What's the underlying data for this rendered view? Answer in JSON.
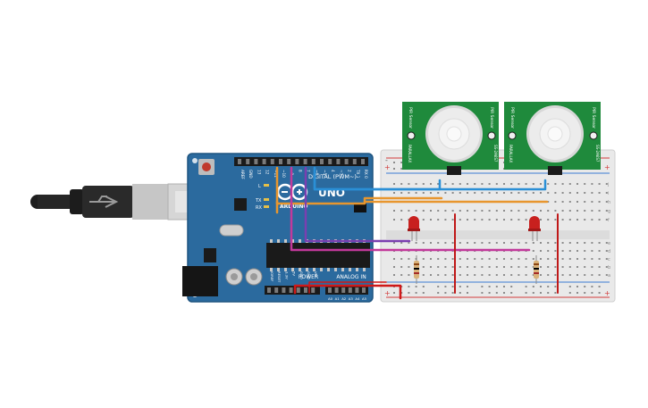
{
  "arduino": {
    "brand_label": "ARDUINO",
    "model_label": "UNO",
    "digital_header_label": "DIGITAL (PWM~)",
    "power_header_label": "POWER",
    "analog_header_label": "ANALOG IN",
    "pin_labels": [
      "AREF",
      "GND",
      "13",
      "12",
      "~11",
      "~10",
      "~9",
      "8",
      "7",
      "~6",
      "~5",
      "4",
      "~3",
      "2",
      "TX 1",
      "RX 0"
    ],
    "power_pin_labels": [
      "IOREF",
      "RESET",
      "3.3V",
      "5V",
      "GND",
      "GND",
      "Vin"
    ],
    "analog_pin_labels": [
      "A0",
      "A1",
      "A2",
      "A3",
      "A4",
      "A5"
    ],
    "led_labels": [
      "L",
      "TX",
      "RX"
    ]
  },
  "breadboard": {
    "row_letters_top": [
      "j",
      "i",
      "h",
      "g",
      "f"
    ],
    "row_letters_bottom": [
      "e",
      "d",
      "c",
      "b",
      "a"
    ],
    "rail_plus": "+",
    "rail_minus": "-"
  },
  "pir_sensors": [
    {
      "label": "PIR Sensor",
      "part_label": "SS-2A6S7",
      "sub_label": "PARALLAX"
    },
    {
      "label": "PIR Sensor",
      "part_label": "SS-2A6S7",
      "sub_label": "PARALLAX"
    }
  ],
  "colors": {
    "arduino_board": "#2b6a9e",
    "breadboard": "#e8e8e8",
    "pir_pcb": "#1f8a3c",
    "wire_blue": "#2a8fd6",
    "wire_orange": "#e8962e",
    "wire_purple": "#7a3fb0",
    "wire_magenta": "#c2399b",
    "wire_red": "#d01818",
    "led_red": "#c8201e",
    "usb_cable": "#262626"
  }
}
